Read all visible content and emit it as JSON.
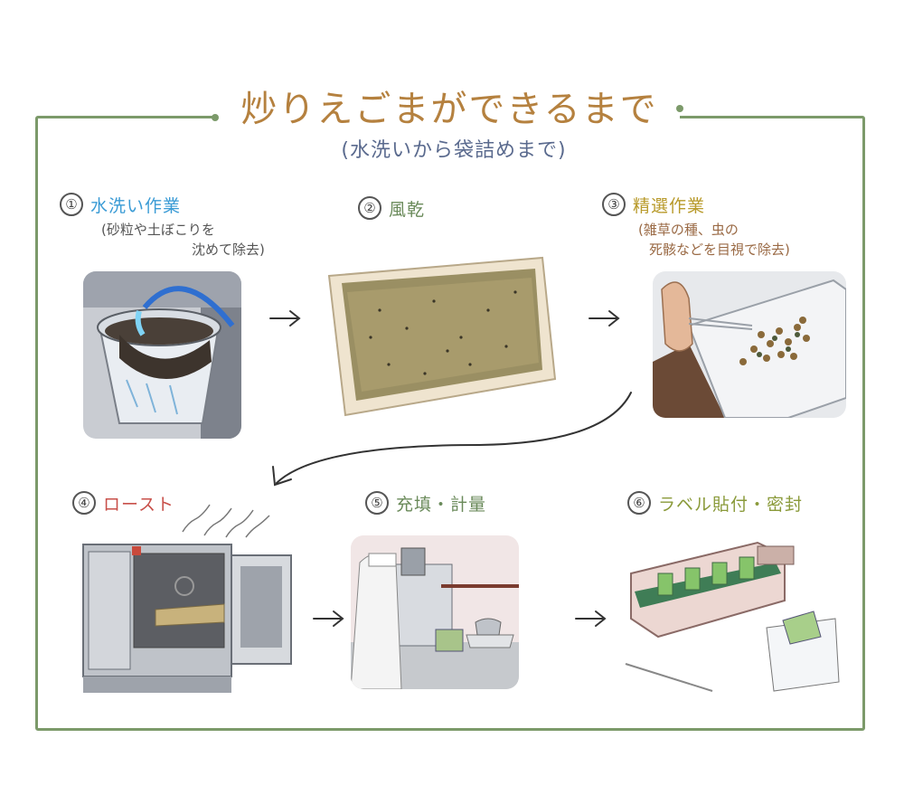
{
  "title": "炒りえごまができるまで",
  "subtitle": "(水洗いから袋詰めまで)",
  "colors": {
    "frame": "#7c9a6a",
    "title": "#b5813f",
    "subtitle": "#5a6a8e",
    "step1": "#3a9bd5",
    "step2": "#6a8a5a",
    "step3": "#b89a2a",
    "step4": "#c8504a",
    "step5": "#6a8a5a",
    "step6": "#8a9a3a"
  },
  "steps": [
    {
      "number": "①",
      "title": "水洗い作業",
      "note_lines": [
        "(砂粒や土ぼこりを",
        "沈めて除去)"
      ],
      "illustration": "washing-bucket-illustration"
    },
    {
      "number": "②",
      "title": "風乾",
      "note_lines": [],
      "illustration": "drying-tray-illustration"
    },
    {
      "number": "③",
      "title": "精選作業",
      "note_lines": [
        "(雑草の種、虫の",
        "死骸などを目視で除去)"
      ],
      "illustration": "sorting-tweezers-illustration"
    },
    {
      "number": "④",
      "title": "ロースト",
      "note_lines": [],
      "illustration": "roasting-oven-illustration"
    },
    {
      "number": "⑤",
      "title": "充填・計量",
      "note_lines": [],
      "illustration": "filling-weighing-illustration"
    },
    {
      "number": "⑥",
      "title": "ラベル貼付・密封",
      "note_lines": [],
      "illustration": "label-sealing-illustration"
    }
  ]
}
